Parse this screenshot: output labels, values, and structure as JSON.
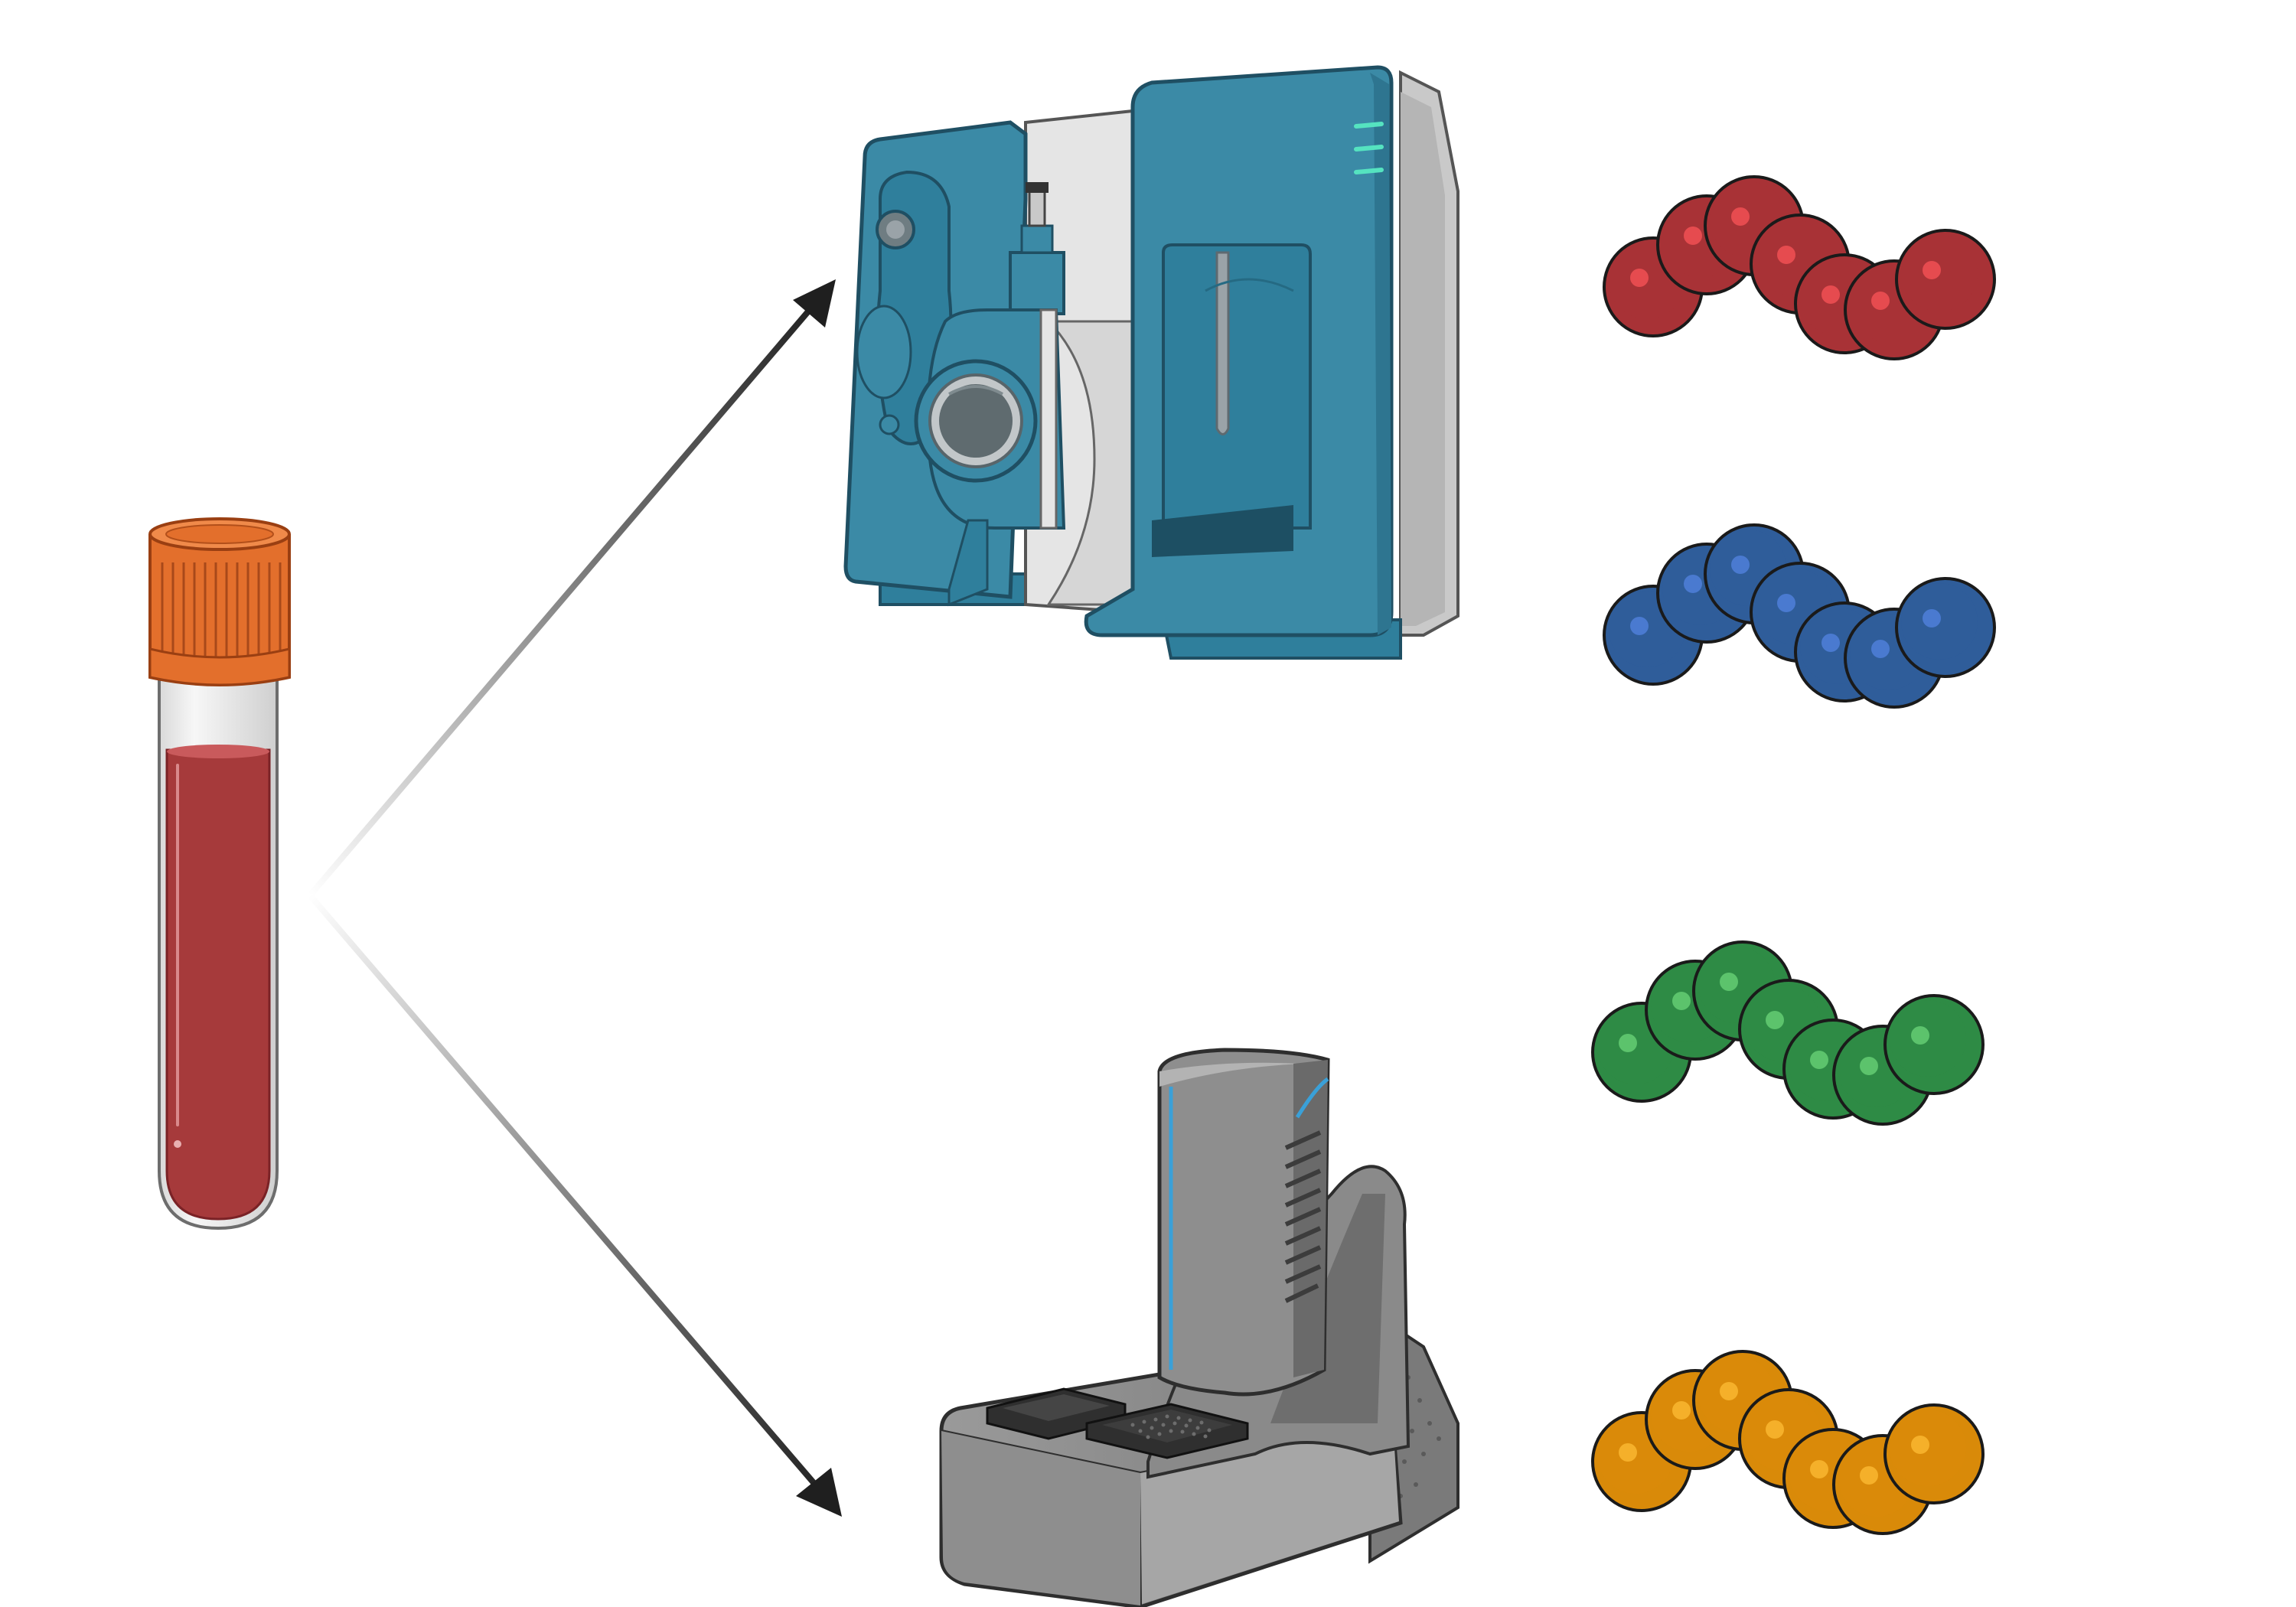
{
  "diagram": {
    "nodes": [
      {
        "id": "blood-sample",
        "kind": "blood-collection-tube",
        "cap_color": "#e36f2c",
        "fluid_color": "#a63a3b"
      },
      {
        "id": "mass-spectrometer",
        "kind": "lc-ms-instrument",
        "color": "#3b8aa6"
      },
      {
        "id": "affinity-platform",
        "kind": "plate-reader-instrument",
        "color": "#8a8a8a"
      }
    ],
    "edges": [
      {
        "from": "blood-sample",
        "to": "mass-spectrometer"
      },
      {
        "from": "blood-sample",
        "to": "affinity-platform"
      }
    ],
    "peptide_chains": [
      {
        "id": "chain-red",
        "color": "#a83236",
        "highlight": "#e64b4f",
        "beads": 7
      },
      {
        "id": "chain-blue",
        "color": "#2f5d9a",
        "highlight": "#4a7ad0",
        "beads": 7
      },
      {
        "id": "chain-green",
        "color": "#2e8b45",
        "highlight": "#5cc36c",
        "beads": 7
      },
      {
        "id": "chain-orange",
        "color": "#d98a09",
        "highlight": "#f5b02a",
        "beads": 7
      }
    ]
  }
}
